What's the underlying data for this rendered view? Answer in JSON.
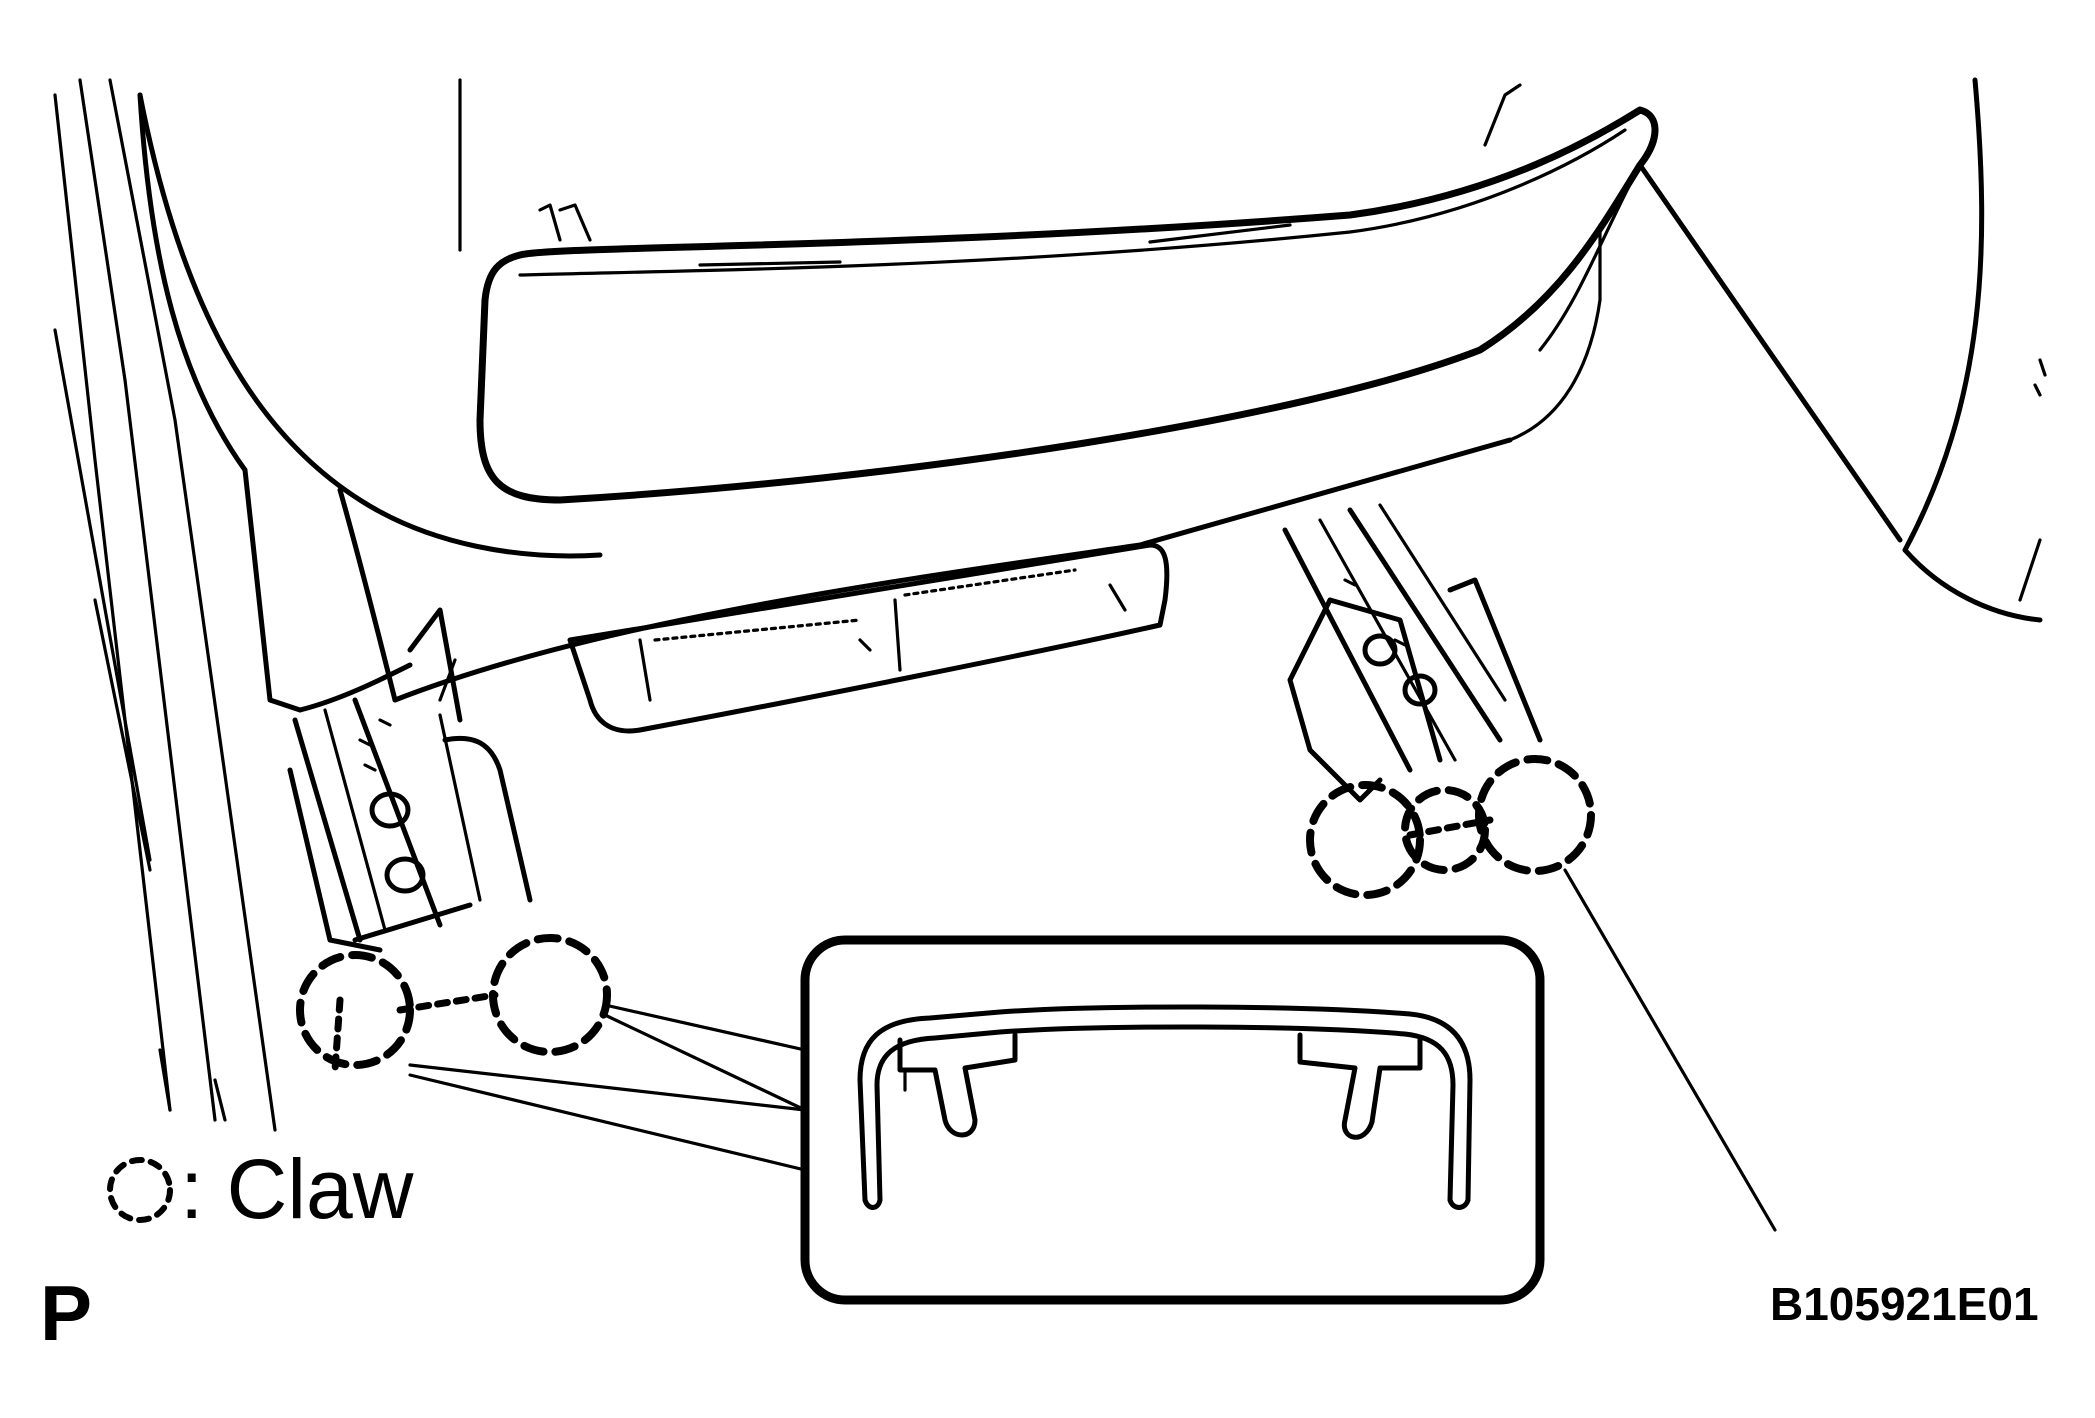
{
  "legend": {
    "symbol_suffix": ": Claw",
    "symbol_icon": "dashed-circle-icon"
  },
  "figure_code": "B105921E01",
  "view_marker": "P"
}
